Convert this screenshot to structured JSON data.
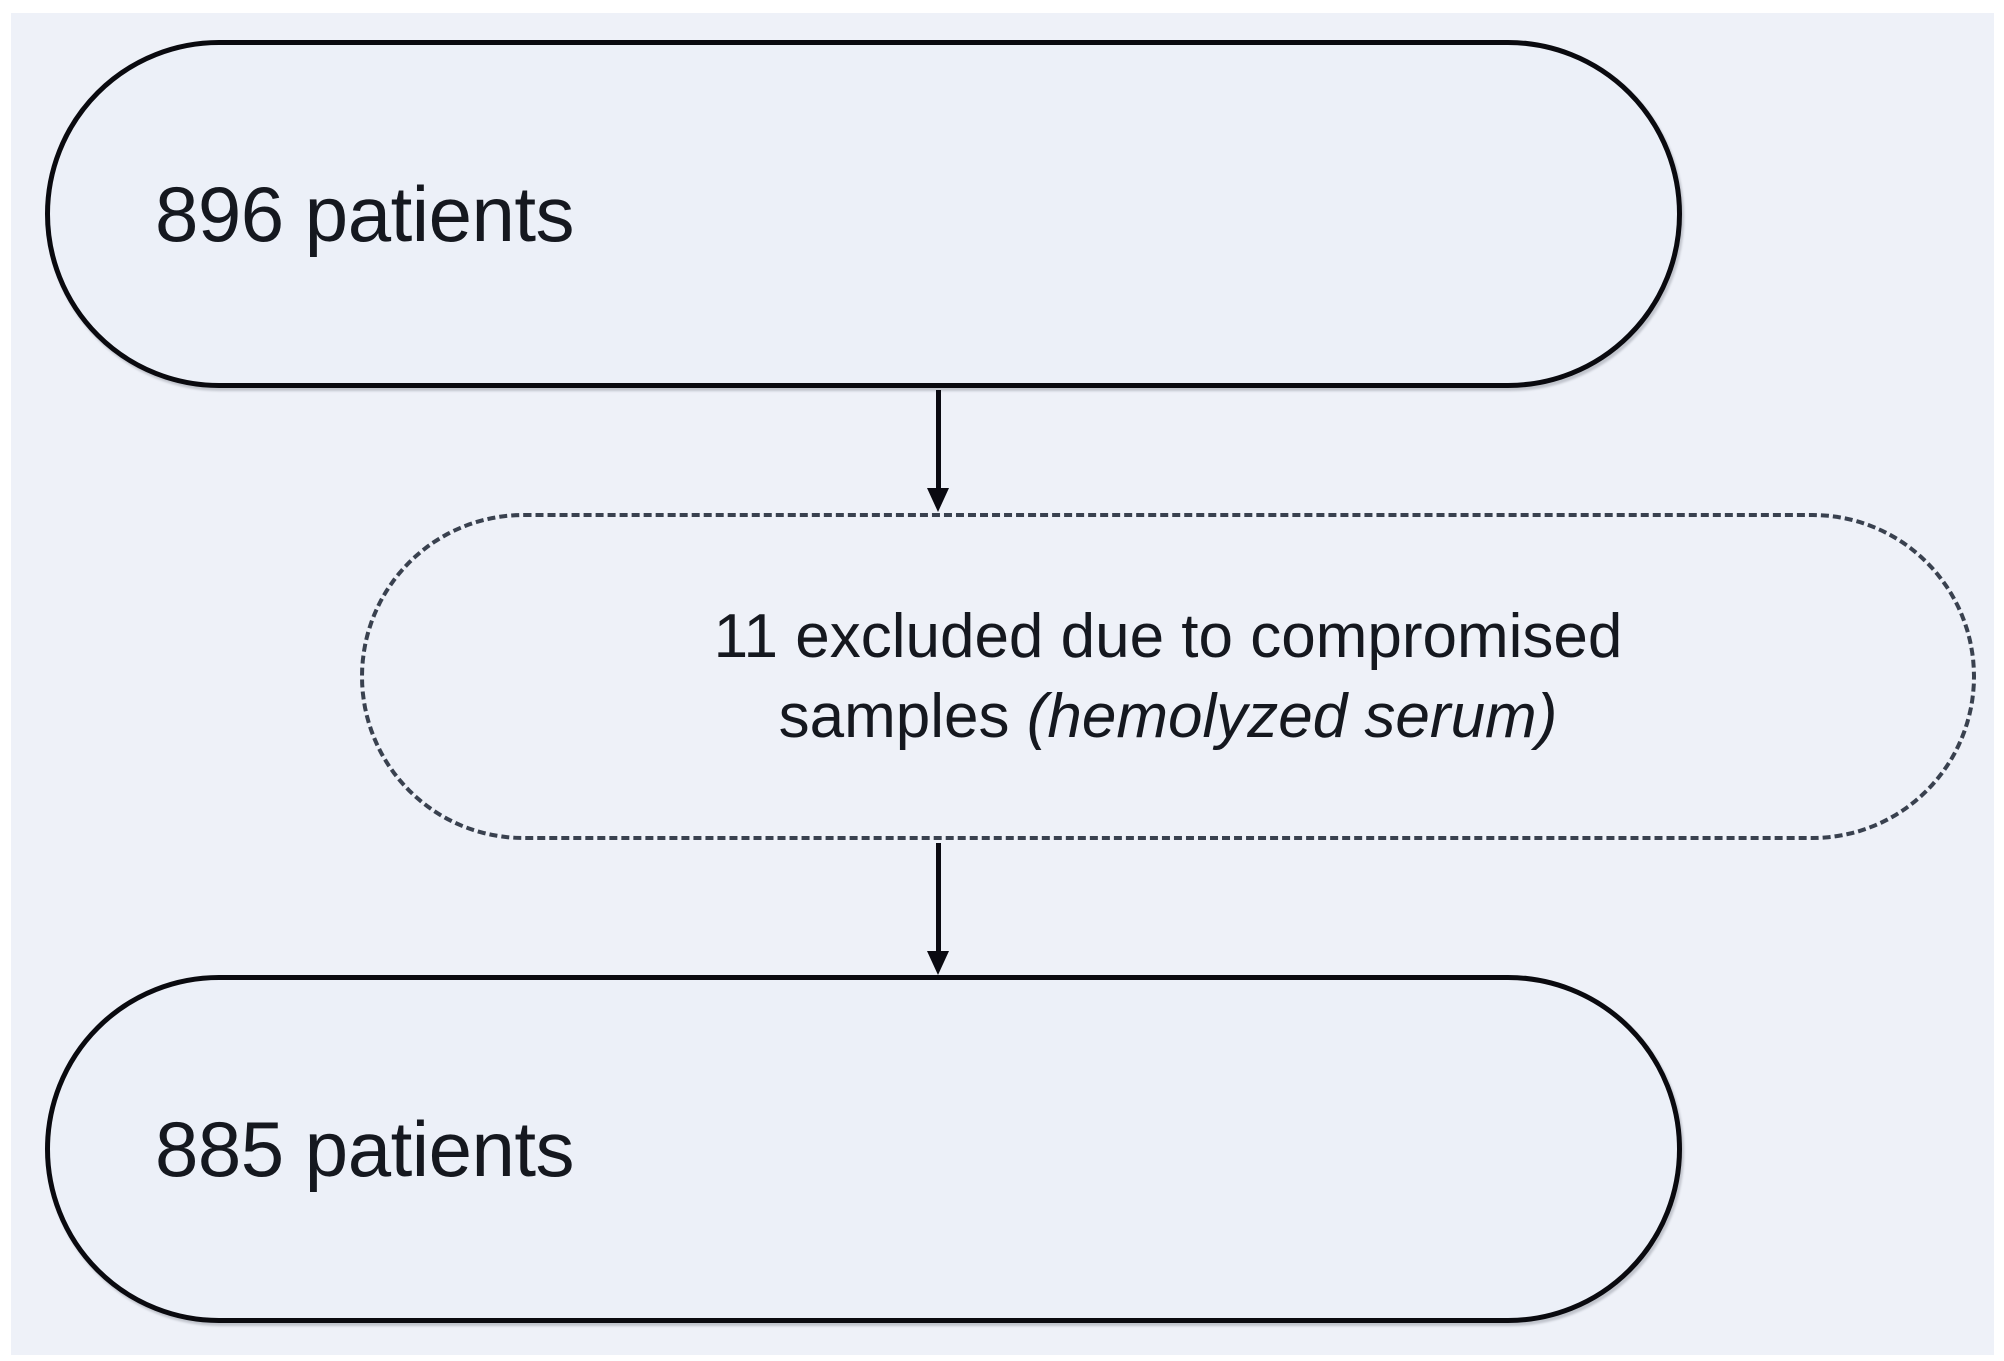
{
  "diagram": {
    "type": "patient-flow-chart",
    "background_color": "#eef1f8",
    "border_color": "#0a0a0f",
    "dashed_border_color": "#39414f",
    "text_color": "#15181f",
    "nodes": [
      {
        "id": "enrolled",
        "shape": "rounded-pill",
        "border_style": "solid",
        "label": "896 patients",
        "count": 896,
        "unit": "patients"
      },
      {
        "id": "excluded",
        "shape": "rounded-pill",
        "border_style": "dashed",
        "count": 11,
        "line1": "11 excluded due to compromised",
        "line2_prefix": "samples ",
        "line2_italic": "(hemolyzed serum)",
        "reason": "compromised samples",
        "reason_detail": "hemolyzed serum"
      },
      {
        "id": "analyzed",
        "shape": "rounded-pill",
        "border_style": "solid",
        "label": "885 patients",
        "count": 885,
        "unit": "patients"
      }
    ],
    "connectors": [
      {
        "id": "arrow-top",
        "from": "enrolled",
        "to": "excluded",
        "direction": "down",
        "style": "solid-arrow"
      },
      {
        "id": "arrow-bottom",
        "from": "excluded",
        "to": "analyzed",
        "direction": "down",
        "style": "solid-arrow"
      }
    ]
  }
}
